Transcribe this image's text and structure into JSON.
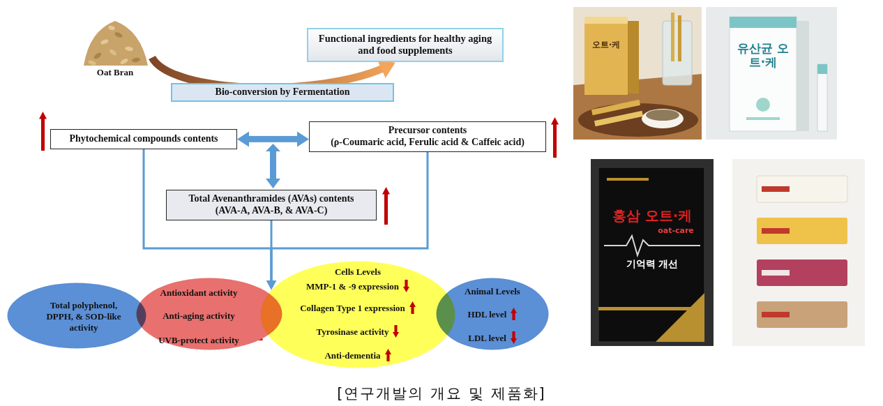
{
  "diagram": {
    "caption": "[연구개발의 개요 및 제품화]",
    "nodes": [
      {
        "text": [
          "Oat Bran"
        ]
      },
      {
        "text": [
          "Functional ingredients for healthy aging and food supplements"
        ]
      },
      {
        "text": [
          "Bio-conversion by Fermentation"
        ]
      },
      {
        "text": [
          "Phytochemical compounds contents"
        ]
      },
      {
        "text": [
          "Precursor contents",
          "(ρ-Coumaric acid, Ferulic acid & Caffeic acid)"
        ]
      },
      {
        "text": [
          "Total Avenanthramides (AVAs) contents",
          "(AVA-A, AVA-B, & AVA-C)"
        ]
      },
      {
        "text": [
          "Total polyphenol, DPPH, & SOD-like activity"
        ]
      },
      {
        "text": [
          "Antioxidant activity",
          "Anti-aging activity",
          "UVB-protect activity"
        ]
      },
      {
        "text": [
          "Cells Levels",
          "MMP-1 & -9 expression",
          "Collagen Type 1 expression",
          "Tyrosinase activity",
          "Anti-dementia"
        ]
      },
      {
        "text": [
          "Animal Levels",
          "HDL level",
          "LDL level"
        ]
      }
    ],
    "edges": [
      {
        "from": 0,
        "to": 1,
        "arrow": "to"
      },
      {
        "from": 3,
        "to": 4,
        "arrow": "both"
      },
      {
        "from": 3,
        "to": 8,
        "arrow": "to"
      },
      {
        "from": 4,
        "to": 8,
        "arrow": "to"
      },
      {
        "from": 5,
        "to": 8,
        "arrow": "to"
      }
    ],
    "labels": [
      "오트·케",
      "유산균 오트·케",
      "홍삼 오트·케",
      "oat-care",
      "기억력 개선"
    ]
  }
}
